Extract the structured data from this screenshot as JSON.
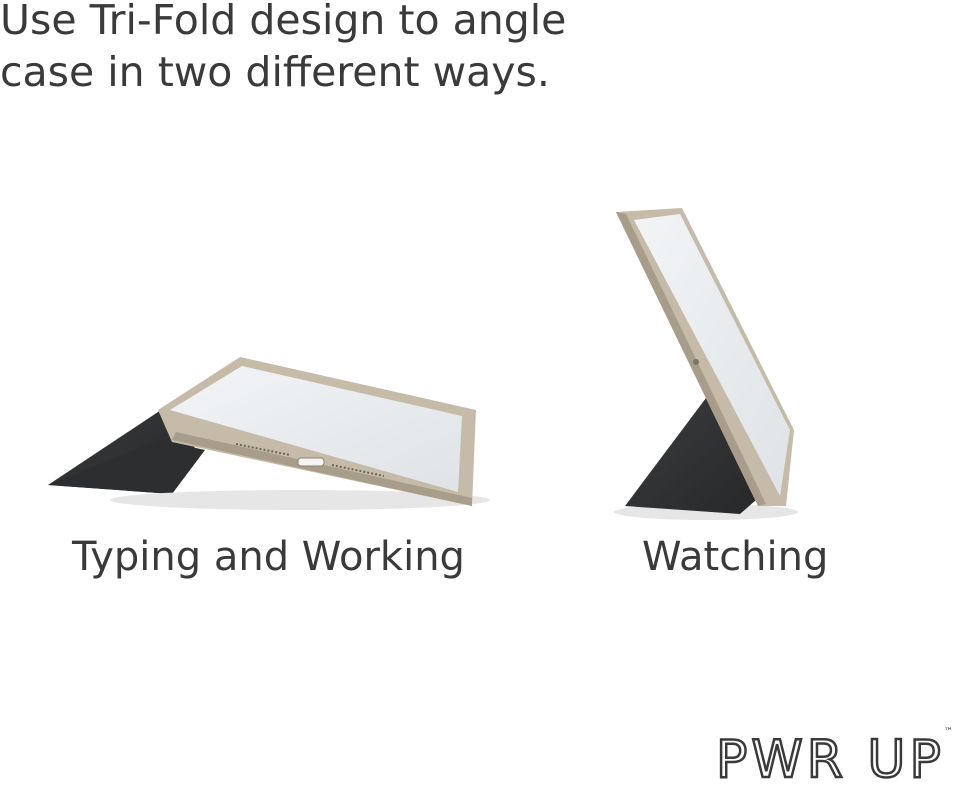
{
  "headline": {
    "line1": "Use Tri-Fold design to angle",
    "line2": "case in two different ways."
  },
  "modes": [
    {
      "label": "Typing and Working"
    },
    {
      "label": "Watching"
    }
  ],
  "brand": {
    "name": "PWR UP",
    "trademark": "™"
  },
  "colors": {
    "text": "#3a3a3a",
    "case": "#2f3133",
    "screen": "#e9ecee",
    "frame": "#b9ad9c"
  }
}
